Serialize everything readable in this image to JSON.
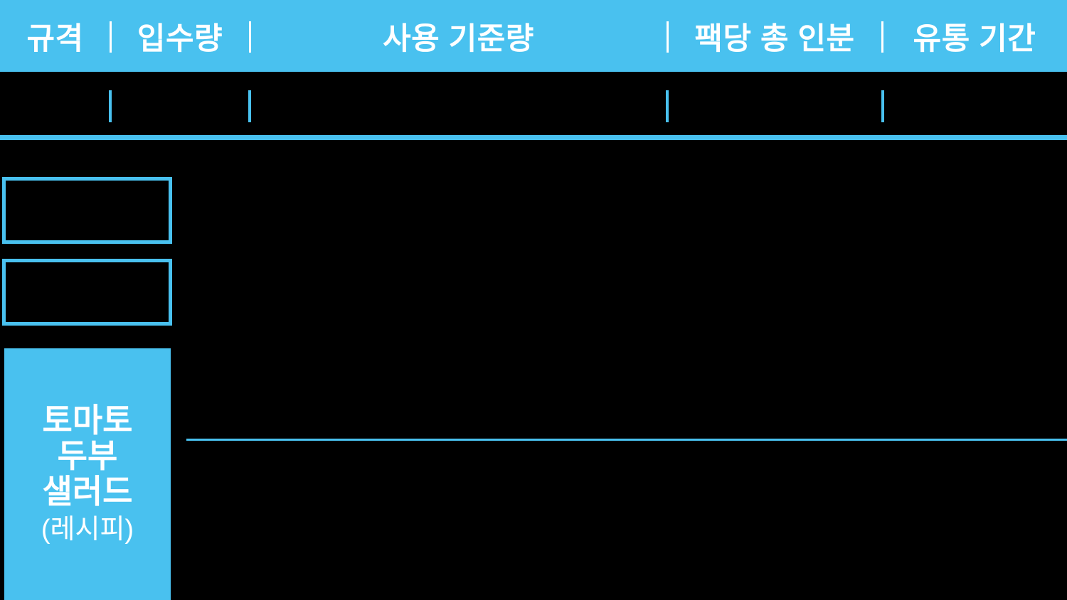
{
  "colors": {
    "accent": "#49C1EF",
    "background": "#000000",
    "header_text": "#FFFFFF"
  },
  "table_header": {
    "columns": [
      {
        "id": "spec",
        "label": "규격"
      },
      {
        "id": "pack_count",
        "label": "입수량"
      },
      {
        "id": "usage_standard",
        "label": "사용 기준량"
      },
      {
        "id": "servings_per_pack",
        "label": "팩당 총 인분"
      },
      {
        "id": "shelf_life",
        "label": "유통 기간"
      }
    ]
  },
  "subheader_row": {
    "values": [
      "",
      "",
      "",
      "",
      ""
    ]
  },
  "left_panel": {
    "empty_field_boxes": [
      "",
      ""
    ],
    "recipe_card": {
      "title_line_1": "토마토",
      "title_line_2": "두부",
      "title_line_3": "샐러드",
      "subtitle": "(레시피)"
    }
  }
}
